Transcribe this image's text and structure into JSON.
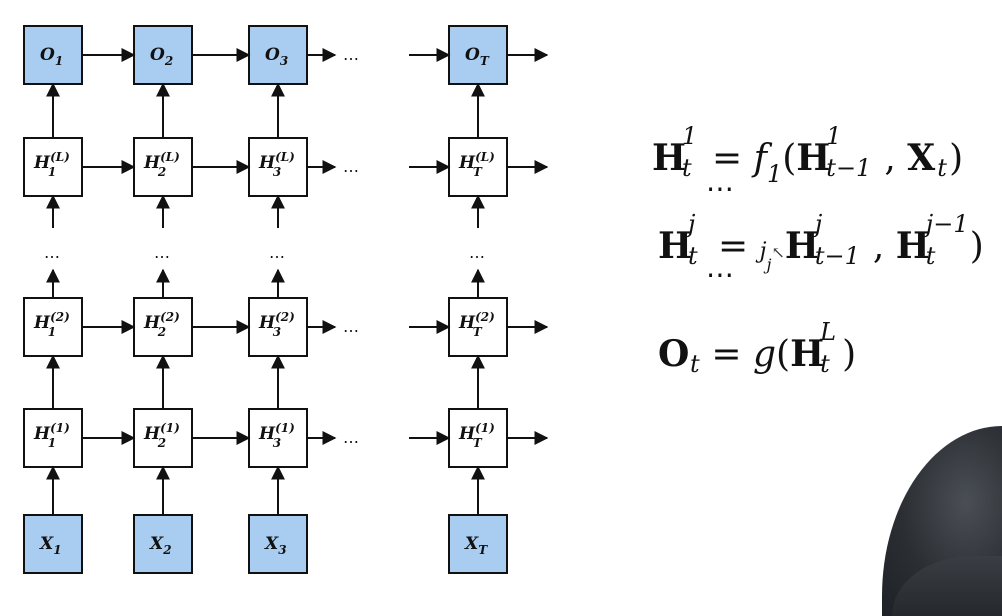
{
  "diagram": {
    "output_row": [
      {
        "name": "O",
        "sub": "1"
      },
      {
        "name": "O",
        "sub": "2"
      },
      {
        "name": "O",
        "sub": "3"
      },
      {
        "name": "O",
        "sub": "T"
      }
    ],
    "hidden_rows": [
      {
        "sup": "(L)",
        "subs": [
          "1",
          "2",
          "3",
          "T"
        ]
      },
      {
        "sup": "(2)",
        "subs": [
          "1",
          "2",
          "3",
          "T"
        ]
      },
      {
        "sup": "(1)",
        "subs": [
          "1",
          "2",
          "3",
          "T"
        ]
      }
    ],
    "input_row": [
      {
        "name": "X",
        "sub": "1"
      },
      {
        "name": "X",
        "sub": "2"
      },
      {
        "name": "X",
        "sub": "3"
      },
      {
        "name": "X",
        "sub": "T"
      }
    ],
    "hidden_name": "H",
    "ellipsis": "…",
    "vertical_ellipsis": "⋯",
    "colors": {
      "io_fill": "#a9cdf0",
      "hidden_fill": "#ffffff",
      "stroke": "#111111"
    }
  },
  "equations": {
    "eq1": {
      "lhs": "H",
      "lhs_sub": "t",
      "lhs_sup": "1",
      "eq": "=",
      "f": "f",
      "f_sub": "1",
      "open": "(",
      "arg1": "H",
      "arg1_sub": "t−1",
      "arg1_sup": "1",
      "comma": ",",
      "arg2": "X",
      "arg2_sub": "t",
      "close": ")"
    },
    "dots1": "⋯",
    "eq2": {
      "lhs": "H",
      "lhs_sub": "t",
      "lhs_sup": "j",
      "eq": "=",
      "f": "j",
      "f_sub": "j",
      "arg1": "H",
      "arg1_sub": "t−1",
      "arg1_sup": "j",
      "comma": ",",
      "arg2": "H",
      "arg2_sub": "t",
      "arg2_sup": "j−1",
      "close": ")"
    },
    "dots2": "⋯",
    "eq3": {
      "lhs": "O",
      "lhs_sub": "t",
      "eq": "=",
      "f": "g",
      "open": "(",
      "arg1": "H",
      "arg1_sub": "t",
      "arg1_sup": "L",
      "close": ")"
    }
  }
}
